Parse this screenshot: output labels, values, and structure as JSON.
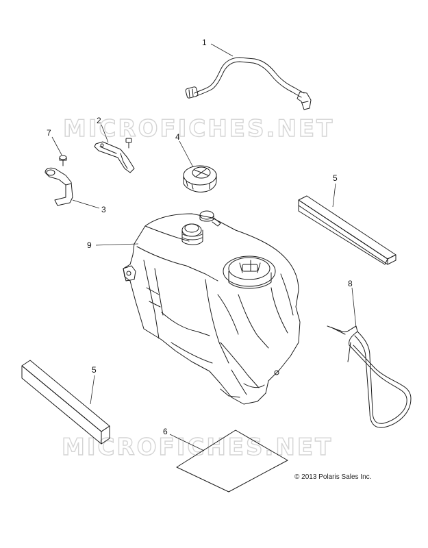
{
  "watermark_text": "MICROFICHES.NET",
  "copyright": "© 2013 Polaris Sales Inc.",
  "callouts": {
    "c1": "1",
    "c2": "2",
    "c3": "3",
    "c4": "4",
    "c5a": "5",
    "c5b": "5",
    "c6": "6",
    "c7": "7",
    "c8": "8",
    "c9": "9"
  },
  "colors": {
    "line": "#1a1a1a",
    "watermark_stroke": "#d4d4d4",
    "background": "#ffffff"
  }
}
